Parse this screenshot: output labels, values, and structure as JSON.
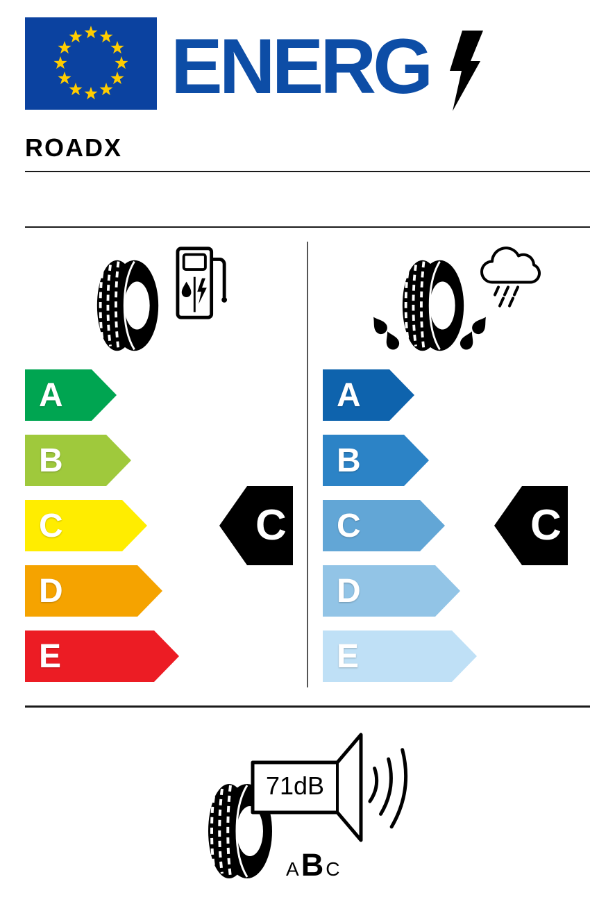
{
  "header": {
    "energy_logo_text": "ENERG",
    "brand": "ROADX",
    "colors": {
      "eu_blue": "#0b42a0",
      "logo_blue": "#0d4da6",
      "star_yellow": "#ffcc00",
      "rating_black": "#000000"
    }
  },
  "icons": {
    "eu_flag": "eu-flag",
    "lightning_bolt": "lightning-bolt-icon",
    "fuel_section_tire": "tire-icon",
    "fuel_pump": "fuel-pump-icon",
    "wet_section_tire": "tire-icon",
    "rain_cloud": "rain-cloud-icon",
    "water_splash": "water-splash-icon",
    "noise_tire": "tire-icon",
    "speaker": "speaker-icon",
    "sound_waves": "sound-waves-icon"
  },
  "fuel_efficiency": {
    "grades": [
      {
        "label": "A",
        "color": "#00a551"
      },
      {
        "label": "B",
        "color": "#9fc93c"
      },
      {
        "label": "C",
        "color": "#ffed00"
      },
      {
        "label": "D",
        "color": "#f5a300"
      },
      {
        "label": "E",
        "color": "#ec1c24"
      }
    ],
    "rating": "C"
  },
  "wet_grip": {
    "grades": [
      {
        "label": "A",
        "color": "#0e63ad"
      },
      {
        "label": "B",
        "color": "#2c83c6"
      },
      {
        "label": "C",
        "color": "#62a6d6"
      },
      {
        "label": "D",
        "color": "#92c4e6"
      },
      {
        "label": "E",
        "color": "#bfe0f6"
      }
    ],
    "rating": "C"
  },
  "noise": {
    "value": "71dB",
    "classes": [
      "A",
      "B",
      "C"
    ],
    "active_class": "B"
  }
}
